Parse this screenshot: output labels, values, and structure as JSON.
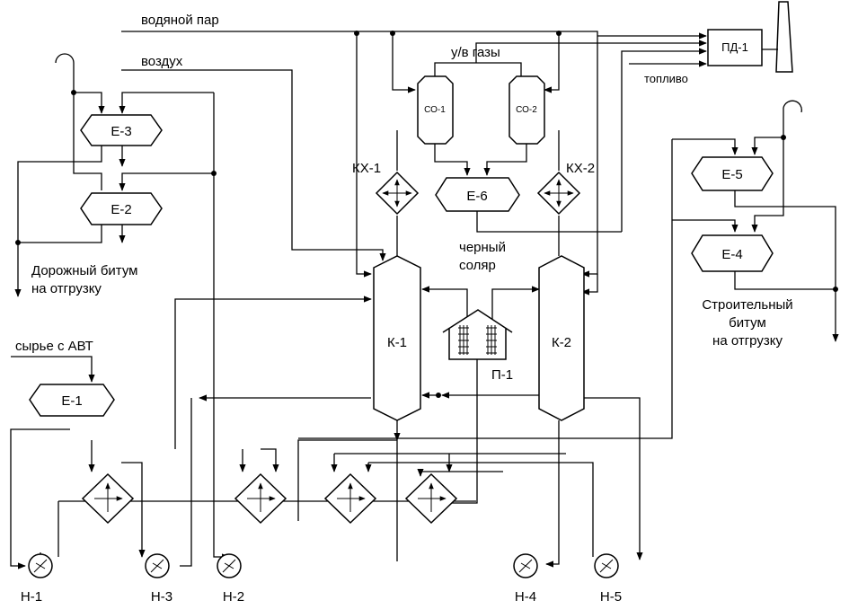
{
  "labels": {
    "steam": "водяной пар",
    "air": "воздух",
    "flue_gases": "у/в газы",
    "fuel": "топливо",
    "black_solar": "черный\nсоляр",
    "road_bitumen": "Дорожный битум\nна отгрузку",
    "construction_bitumen": "Строительный\nбитум\nна отгрузку",
    "feed": "сырье с АВТ"
  },
  "tanks": {
    "e1": "Е-1",
    "e2": "Е-2",
    "e3": "Е-3",
    "e4": "Е-4",
    "e5": "Е-5",
    "e6": "Е-6"
  },
  "columns": {
    "k1": "К-1",
    "k2": "К-2",
    "co1": "СО-1",
    "co2": "СО-2"
  },
  "coolers": {
    "kx1": "КХ-1",
    "kx2": "КХ-2"
  },
  "furnaces": {
    "p1": "П-1",
    "pd1": "ПД-1"
  },
  "pumps": {
    "n1": "Н-1",
    "n2": "Н-2",
    "n3": "Н-3",
    "n4": "Н-4",
    "n5": "Н-5"
  }
}
